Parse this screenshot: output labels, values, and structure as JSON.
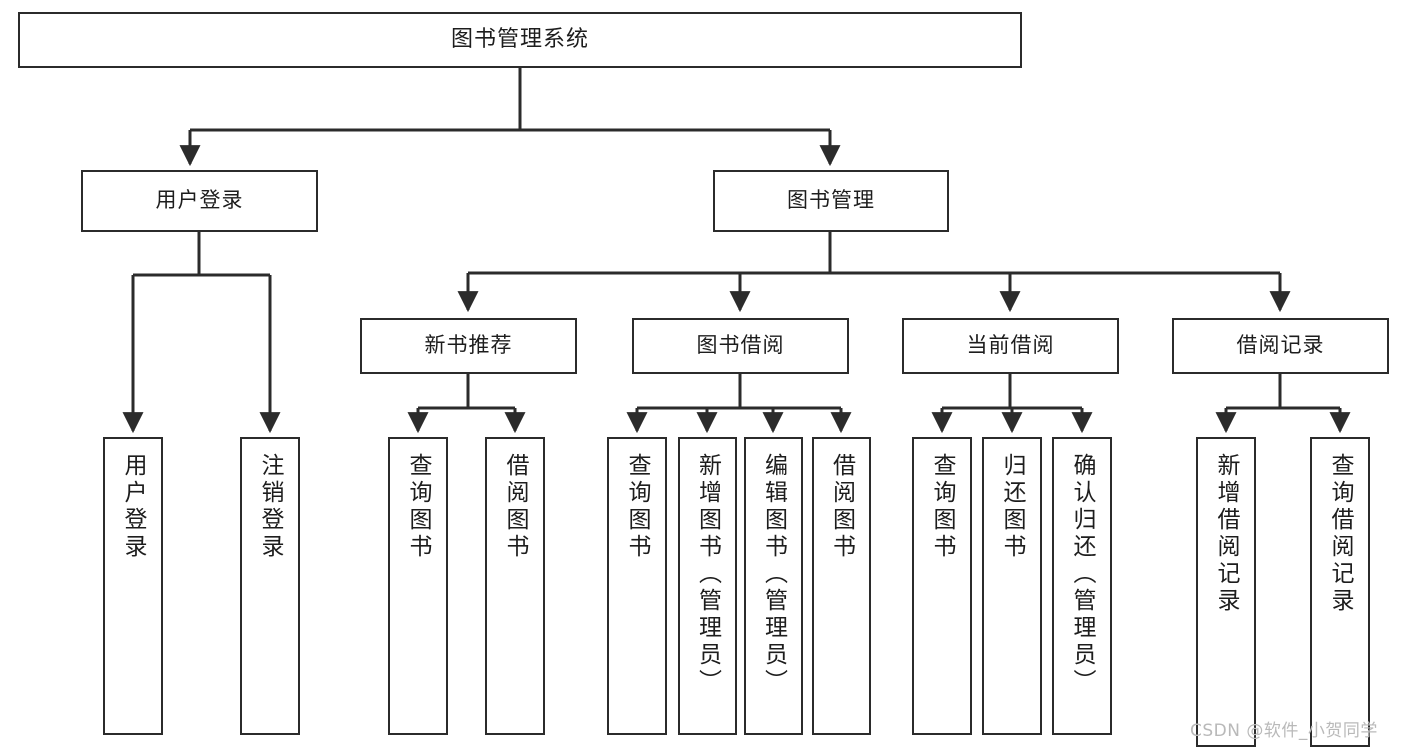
{
  "diagram": {
    "type": "hierarchy-tree",
    "title": "图书管理系统",
    "watermark": "CSDN @软件_小贺同学",
    "colors": {
      "stroke": "#2b2b2b",
      "fill": "#ffffff",
      "text": "#1d1d1d",
      "watermark": "#b9b9b9"
    },
    "nodes": {
      "root": {
        "label": "图书管理系统"
      },
      "level2": [
        {
          "label": "用户登录"
        },
        {
          "label": "图书管理"
        }
      ],
      "level3": [
        {
          "label": "新书推荐"
        },
        {
          "label": "图书借阅"
        },
        {
          "label": "当前借阅"
        },
        {
          "label": "借阅记录"
        }
      ],
      "leaves": {
        "user_login": [
          {
            "label": "用户登录"
          },
          {
            "label": "注销登录"
          }
        ],
        "new_book_recommend": [
          {
            "label": "查询图书"
          },
          {
            "label": "借阅图书"
          }
        ],
        "book_borrow": [
          {
            "label": "查询图书"
          },
          {
            "label": "新增图书（管理员）"
          },
          {
            "label": "编辑图书（管理员）"
          },
          {
            "label": "借阅图书"
          }
        ],
        "current_borrow": [
          {
            "label": "查询图书"
          },
          {
            "label": "归还图书"
          },
          {
            "label": "确认归还（管理员）"
          }
        ],
        "borrow_record": [
          {
            "label": "新增借阅记录"
          },
          {
            "label": "查询借阅记录"
          }
        ]
      }
    }
  }
}
